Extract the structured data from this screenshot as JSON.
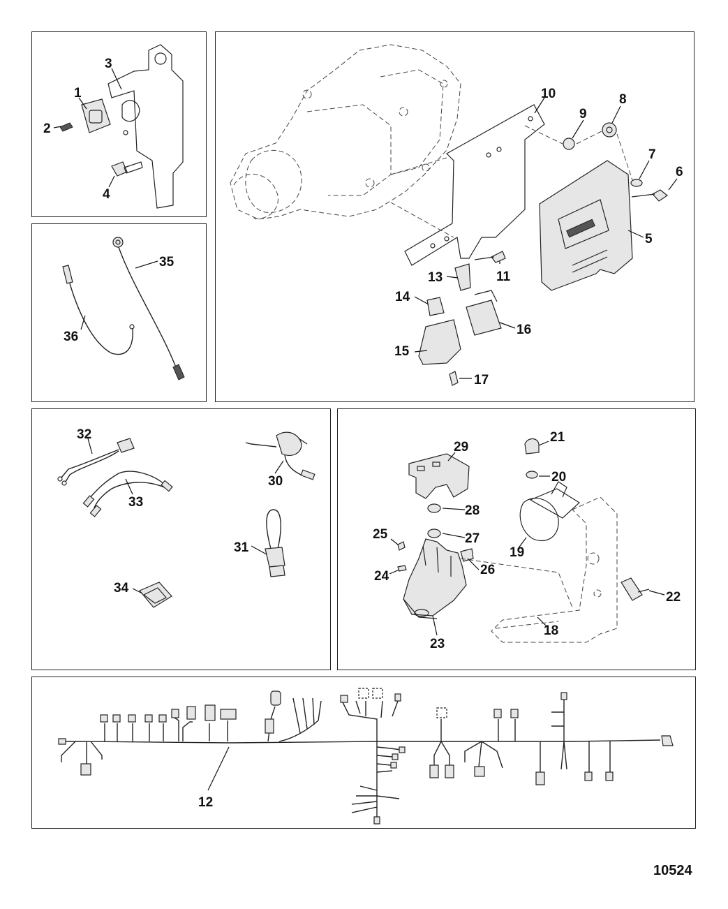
{
  "figure_number": "10524",
  "panels": {
    "bracket": {
      "callouts": [
        "1",
        "2",
        "3",
        "4"
      ]
    },
    "sensors": {
      "callouts": [
        "35",
        "36"
      ]
    },
    "ecm": {
      "callouts": [
        "5",
        "6",
        "7",
        "8",
        "9",
        "10",
        "11",
        "13",
        "14",
        "15",
        "16",
        "17"
      ]
    },
    "harness_adapters": {
      "callouts": [
        "30",
        "31",
        "32",
        "33",
        "34"
      ]
    },
    "solenoid": {
      "callouts": [
        "18",
        "19",
        "20",
        "21",
        "22",
        "23",
        "24",
        "25",
        "26",
        "27",
        "28",
        "29"
      ]
    },
    "main_harness": {
      "callouts": [
        "12"
      ]
    }
  }
}
